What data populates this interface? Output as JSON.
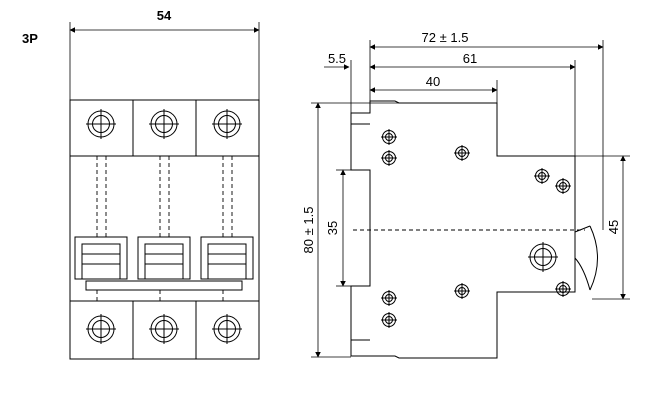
{
  "label_3p": "3P",
  "front_view": {
    "width_label": "54"
  },
  "side_view": {
    "overall_depth_label": "72 ± 1.5",
    "offset_label": "5.5",
    "depth_61_label": "61",
    "depth_40_label": "40",
    "height_label": "80 ± 1.5",
    "rail_label": "35",
    "height_45_label": "45"
  },
  "colors": {
    "line": "#000000",
    "background": "#ffffff"
  }
}
